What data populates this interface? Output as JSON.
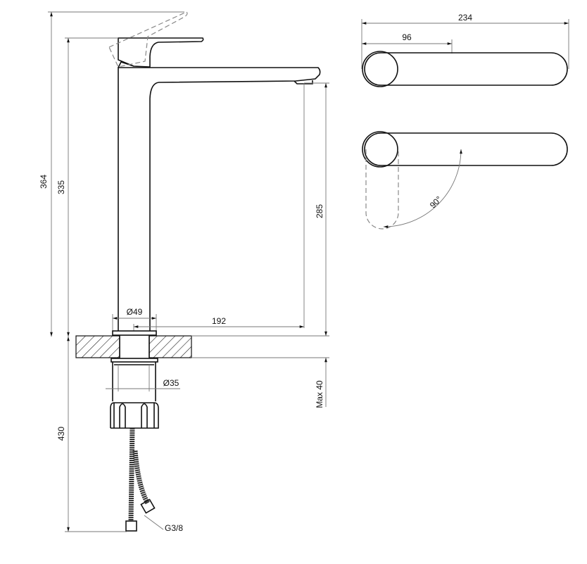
{
  "drawing": {
    "side_view": {
      "total_height": "364",
      "lever_height": "335",
      "spout_height": "285",
      "body_diameter": "Ø49",
      "spout_reach": "192",
      "shank_diameter": "Ø35",
      "max_counter_thickness": "Max 40",
      "hose_length": "430",
      "connection_thread": "G3/8"
    },
    "top_view": {
      "overall_length": "234",
      "body_length": "96",
      "lever_rotation": "90°"
    }
  }
}
